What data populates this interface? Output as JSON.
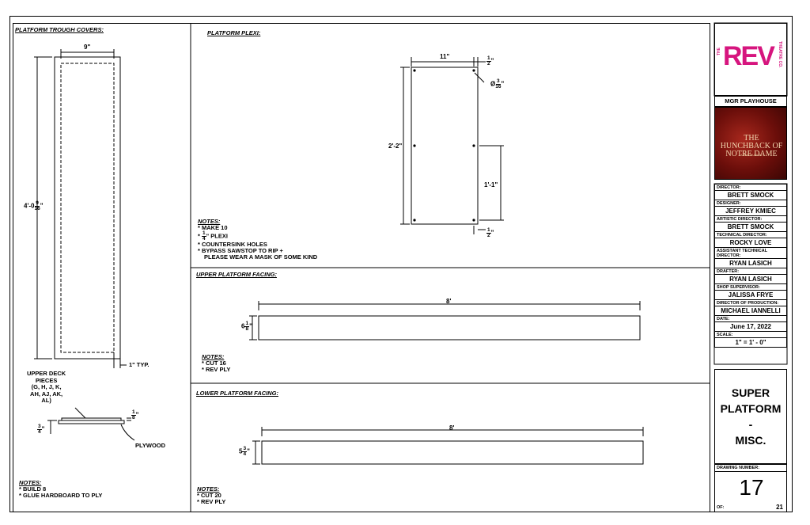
{
  "sections": {
    "trough_covers": "PLATFORM TROUGH COVERS:",
    "plexi": "PLATFORM PLEXI:",
    "upper_facing": "UPPER PLATFORM FACING:",
    "lower_facing": "LOWER PLATFORM FACING:"
  },
  "trough": {
    "width_dim": "9\"",
    "height_whole": "4'-0",
    "height_num": "9",
    "height_den": "16",
    "typ": "1\" TYP.",
    "callout": [
      "UPPER DECK",
      "PIECES",
      "(G, H, J, K,",
      "AH, AJ, AK,",
      "AL)"
    ],
    "thick_num": "1",
    "thick_den": "8",
    "ply_num": "3",
    "ply_den": "4",
    "plywood": "PLYWOOD",
    "notes_head": "NOTES:",
    "notes": [
      "* BUILD 8",
      "* GLUE HARDBOARD TO PLY"
    ]
  },
  "plexi": {
    "width_dim": "11\"",
    "edge_num": "1",
    "edge_den": "2",
    "hole_whole": "Ø",
    "hole_num": "3",
    "hole_den": "16",
    "height_dim": "2'-2\"",
    "spacing_dim": "1'-1\"",
    "bottom_num": "1",
    "bottom_den": "2",
    "notes_head": "NOTES:",
    "note1": "* MAKE 10",
    "note2_num": "1",
    "note2_den": "4",
    "note2": "PLEXI",
    "note3": "* COUNTERSINK HOLES",
    "note4": "* BYPASS SAWSTOP TO RIP +",
    "note5": "PLEASE WEAR A MASK OF SOME KIND"
  },
  "upper": {
    "length": "8'",
    "height_whole": "6",
    "height_num": "1",
    "height_den": "8",
    "notes_head": "NOTES:",
    "notes": [
      "* CUT 16",
      "* REV PLY"
    ]
  },
  "lower": {
    "length": "8'",
    "height_whole": "5",
    "height_num": "3",
    "height_den": "4",
    "notes_head": "NOTES:",
    "notes": [
      "* CUT 20",
      "* REV PLY"
    ]
  },
  "logo": {
    "the": "THE",
    "rev": "REV",
    "co": "THEATRE CO.",
    "color": "#d6157e"
  },
  "venue": "MGR PLAYHOUSE",
  "poster": {
    "title": "THE HUNCHBACK OF NOTRE DAME",
    "sub": "A NEW MUSICAL"
  },
  "title_block": [
    {
      "cap": "DIRECTOR:",
      "val": "BRETT SMOCK"
    },
    {
      "cap": "DESIGNER:",
      "val": "JEFFREY KMIEC"
    },
    {
      "cap": "ARTISTIC DIRECTOR:",
      "val": "BRETT SMOCK"
    },
    {
      "cap": "TECHNICAL DIRECTOR:",
      "val": "ROCKY LOVE"
    },
    {
      "cap": "ASSISTANT TECHNICAL DIRECTOR:",
      "val": "RYAN LASICH"
    },
    {
      "cap": "DRAFTER:",
      "val": "RYAN LASICH"
    },
    {
      "cap": "SHOP SUPERVISOR:",
      "val": "JALISSA FRYE"
    },
    {
      "cap": "DIRECTOR OF PRODUCTION:",
      "val": "MICHAEL IANNELLI"
    },
    {
      "cap": "DATE:",
      "val": "June 17, 2022"
    },
    {
      "cap": "SCALE:",
      "val": "1\" = 1' - 0\""
    }
  ],
  "sheet_title": [
    "SUPER",
    "PLATFORM",
    "-",
    "MISC."
  ],
  "drawing": {
    "cap": "DRAWING NUMBER:",
    "number": "17",
    "of": "OF:",
    "total": "21"
  }
}
